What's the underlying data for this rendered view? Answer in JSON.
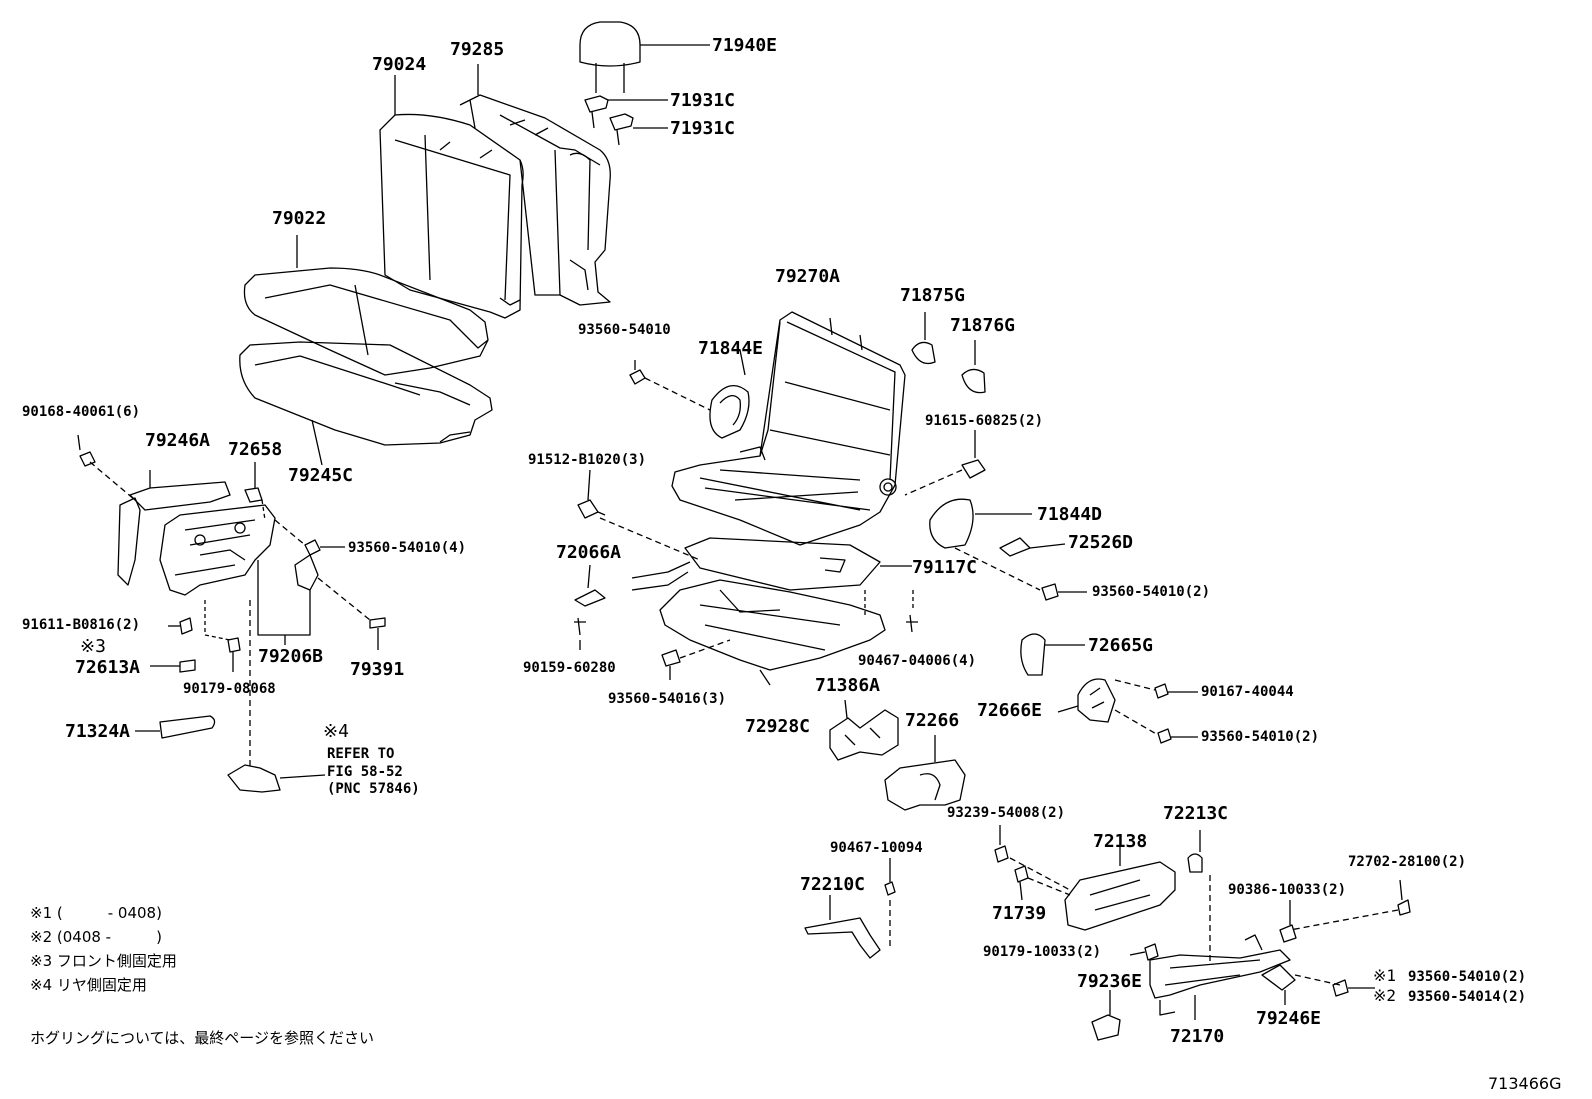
{
  "parts": {
    "p79024": "79024",
    "p79285": "79285",
    "p71940E": "71940E",
    "p71931C_a": "71931C",
    "p71931C_b": "71931C",
    "p79022": "79022",
    "p79270A": "79270A",
    "p71875G": "71875G",
    "p71876G": "71876G",
    "p93560_54010": "93560-54010",
    "p71844E": "71844E",
    "p90168": "90168-40061(6)",
    "p79246A": "79246A",
    "p72658": "72658",
    "p79245C": "79245C",
    "p91615": "91615-60825(2)",
    "p91512": "91512-B1020(3)",
    "p71844D": "71844D",
    "p72526D": "72526D",
    "p93560_54010_4": "93560-54010(4)",
    "p72066A": "72066A",
    "p79117C": "79117C",
    "p93560_54010_2a": "93560-54010(2)",
    "p91611": "91611-B0816(2)",
    "p72613A": "72613A",
    "p79206B": "79206B",
    "p79391": "79391",
    "p90159": "90159-60280",
    "p90467_04006": "90467-04006(4)",
    "p72665G": "72665G",
    "p90179_08068": "90179-08068",
    "p93560_54016": "93560-54016(3)",
    "p71386A": "71386A",
    "p72666E": "72666E",
    "p90167": "90167-40044",
    "p71324A": "71324A",
    "p72928C": "72928C",
    "p72266": "72266",
    "p93560_54010_2b": "93560-54010(2)",
    "p93239": "93239-54008(2)",
    "p72213C": "72213C",
    "p72138": "72138",
    "p90467_10094": "90467-10094",
    "p72702": "72702-28100(2)",
    "p72210C": "72210C",
    "p90386": "90386-10033(2)",
    "p71739": "71739",
    "p90179_10033": "90179-10033(2)",
    "p79236E": "79236E",
    "p93560_54010_2c": "93560-54010(2)",
    "p93560_54014": "93560-54014(2)",
    "p72170": "72170",
    "p79246E": "79246E"
  },
  "marks": {
    "m3": "※3",
    "m4": "※4",
    "m1": "※1",
    "m2": "※2"
  },
  "reference": {
    "line1": "REFER TO",
    "line2": "FIG 58-52",
    "line3": "(PNC 57846)"
  },
  "notes": {
    "n1": "※1 (　　　- 0408)",
    "n2": "※2 (0408 -　　　)",
    "n3": "※3 フロント側固定用",
    "n4": "※4 リヤ側固定用",
    "footer": "ホグリングについては、最終ページを参照ください"
  },
  "figure_code": "713466G",
  "colors": {
    "line": "#000000",
    "background": "#ffffff"
  }
}
